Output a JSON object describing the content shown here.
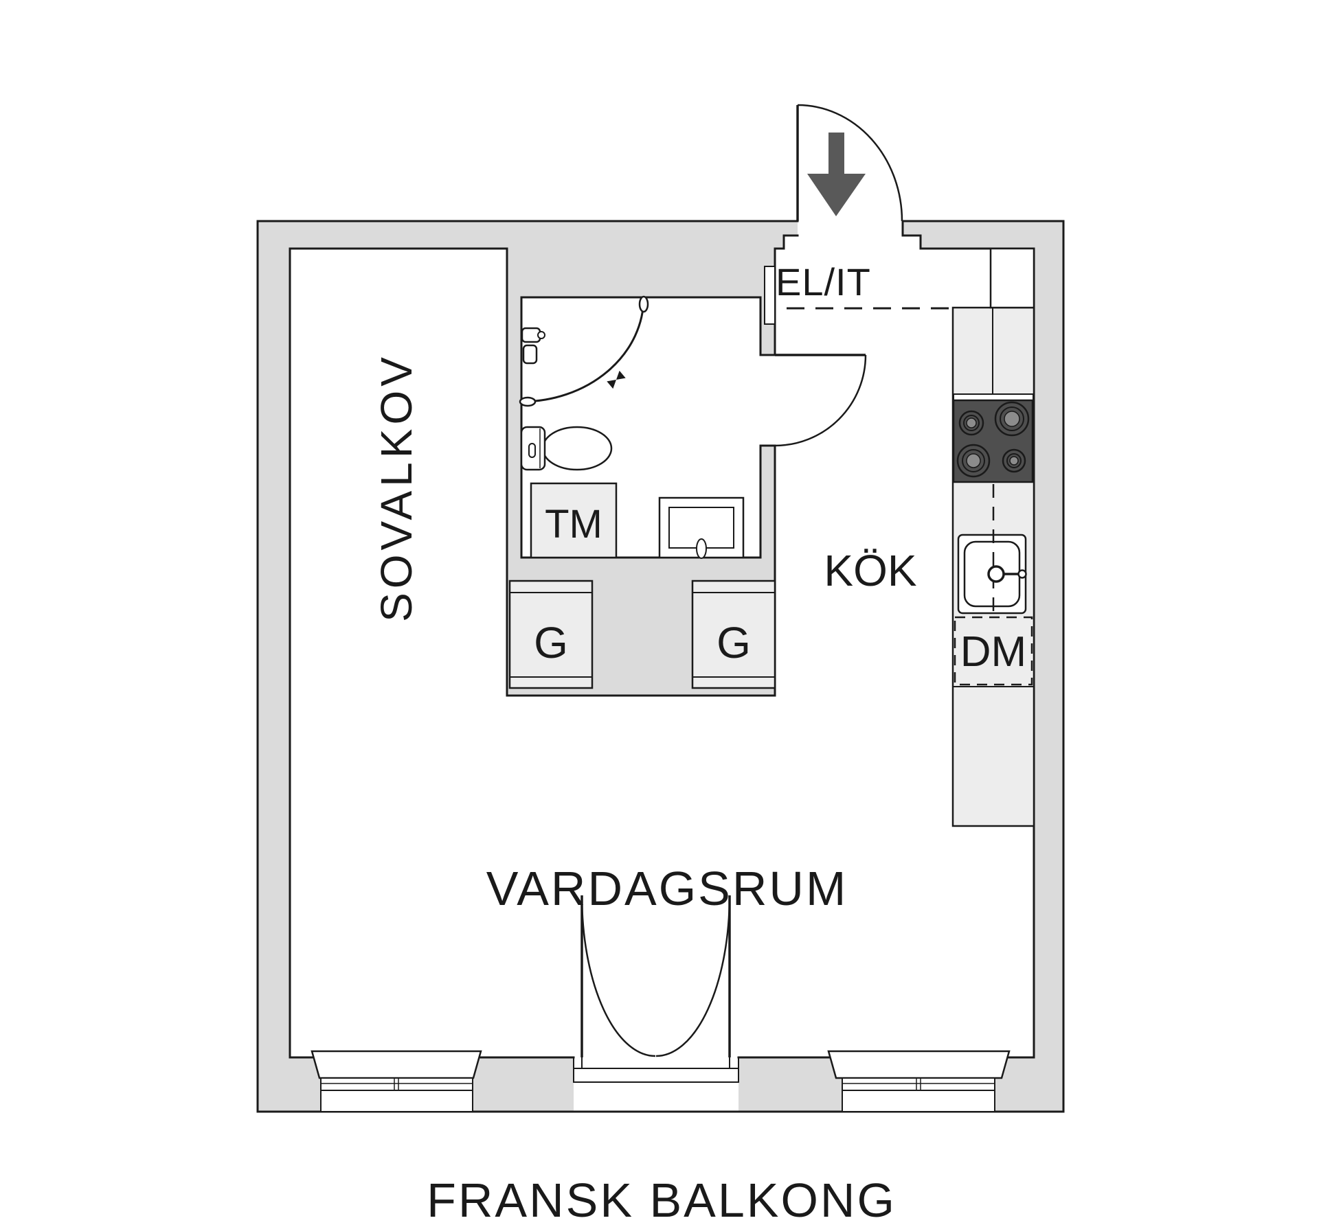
{
  "plan": {
    "rooms": {
      "sovalkov": "SOVALKOV",
      "kok": "KÖK",
      "vardagsrum": "VARDAGSRUM"
    },
    "annotations": {
      "el_it": "EL/IT",
      "fransk_balkong": "FRANSK BALKONG"
    },
    "fixtures": {
      "tm": "TM",
      "dm": "DM",
      "g_left": "G",
      "g_right": "G"
    },
    "colors": {
      "background": "#ffffff",
      "wall": "#dbdbdb",
      "furniture": "#ededed",
      "stove": "#4f4f4f",
      "burner": "#8c8c8c",
      "line": "#1a1a1a",
      "arrow": "#595959"
    }
  }
}
